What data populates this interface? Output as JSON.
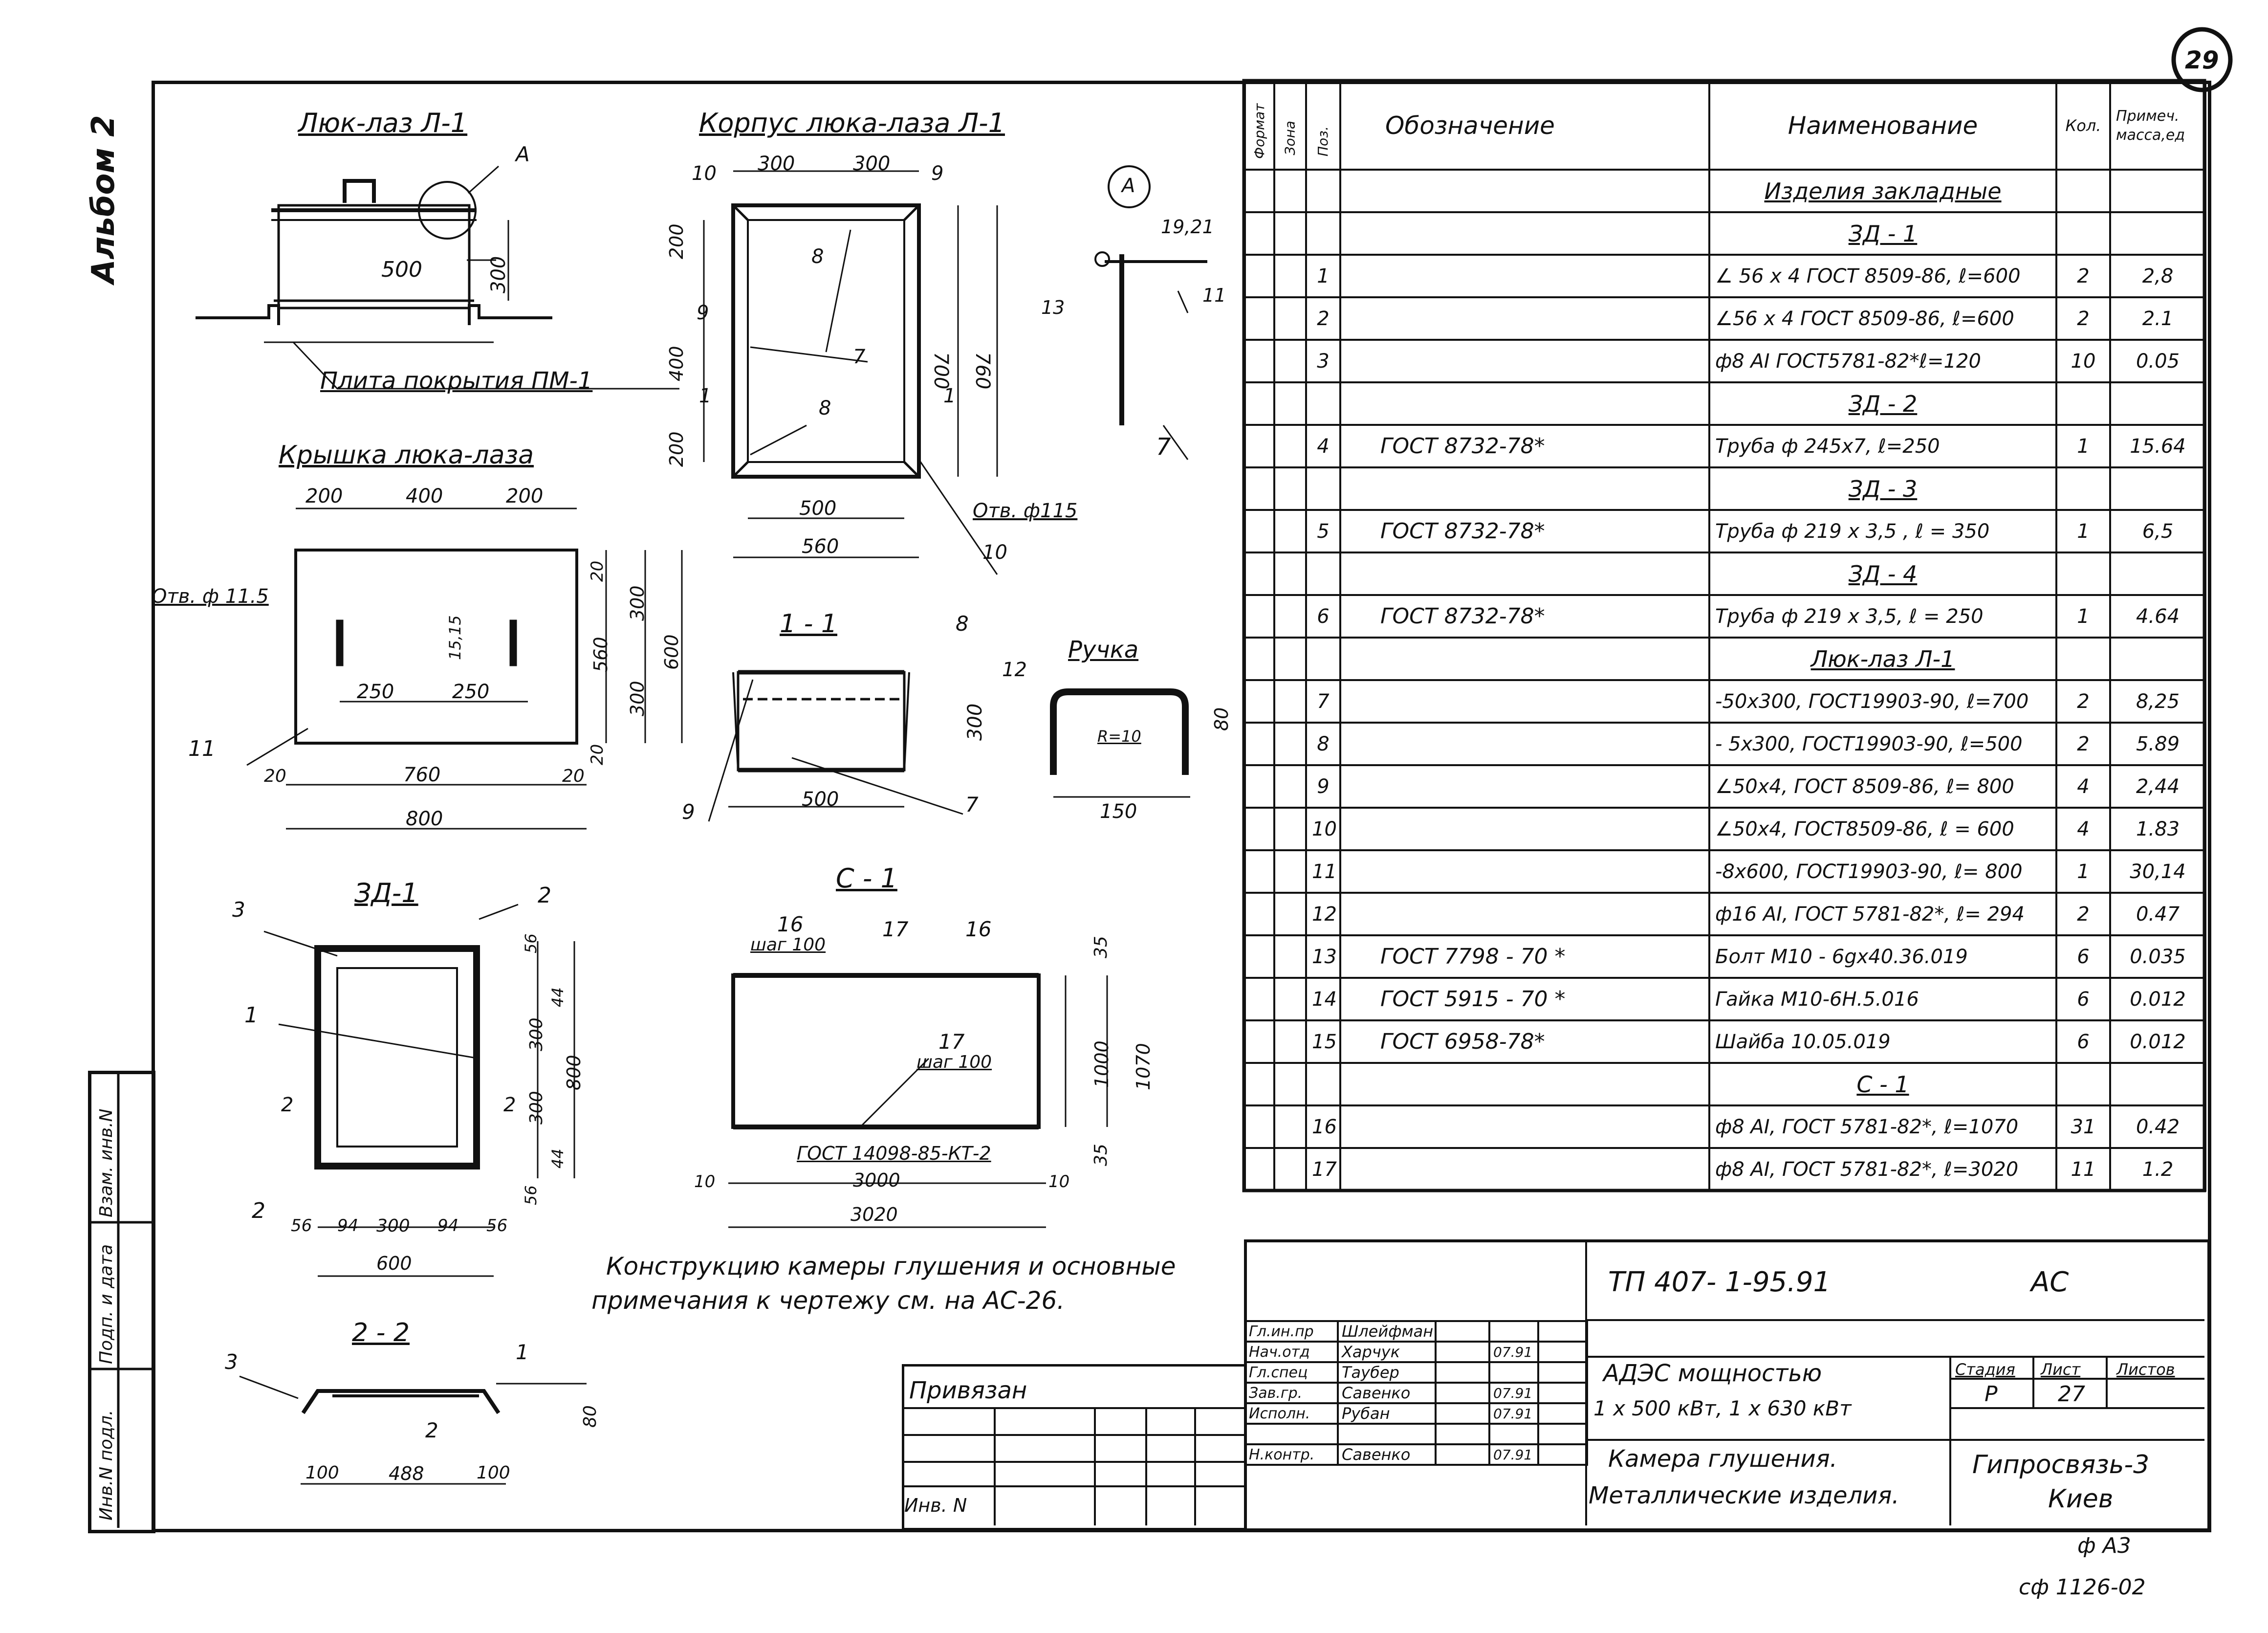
{
  "sheet_number": "29",
  "album": "Альбом 2",
  "side_stamp": [
    "Инв.N подл.",
    "Подп. и дата",
    "Взам. инв.N"
  ],
  "views": {
    "hatch_title": "Люк-лаз Л-1",
    "hatch_callout": "А",
    "hatch_dim_500": "500",
    "hatch_dim_300": "300",
    "slab_note": "Плита покрытия ПМ-1",
    "body_title": "Корпус люка-лаза Л-1",
    "body_dims": [
      "300",
      "300",
      "200",
      "400",
      "200",
      "700",
      "760",
      "500",
      "560"
    ],
    "body_labels": [
      "10",
      "9",
      "8",
      "9",
      "7",
      "1",
      "1",
      "8",
      "10"
    ],
    "body_hole": "Отв. ф115",
    "detail_a": "А",
    "detail_a_labels": [
      "13",
      "19,21",
      "11",
      "7"
    ],
    "cover_title": "Крышка люка-лаза",
    "cover_top_dims": [
      "200",
      "400",
      "200"
    ],
    "cover_hole": "Отв. ф 11.5",
    "cover_inner_dims": [
      "15,15",
      "250",
      "250"
    ],
    "cover_right_dims": [
      "20",
      "300",
      "560",
      "300",
      "20",
      "600"
    ],
    "cover_bottom_dims": [
      "20",
      "760",
      "20",
      "800"
    ],
    "cover_label": "11",
    "section11_title": "1 - 1",
    "section11_labels": [
      "8",
      "9",
      "7"
    ],
    "section11_dims": [
      "300",
      "500"
    ],
    "handle_title": "Ручка",
    "handle_labels": [
      "12",
      "R=10"
    ],
    "handle_dims": [
      "80",
      "150"
    ],
    "zd1_title": "ЗД-1",
    "zd1_labels": [
      "3",
      "2",
      "1",
      "2",
      "2",
      "2"
    ],
    "zd1_right_dims": [
      "56",
      "44",
      "300",
      "300",
      "44",
      "56",
      "800"
    ],
    "zd1_bottom_dims": [
      "56",
      "94",
      "300",
      "94",
      "56",
      "600"
    ],
    "section22_title": "2 - 2",
    "section22_labels": [
      "3",
      "1",
      "2"
    ],
    "section22_dims": [
      "100",
      "488",
      "100",
      "80"
    ],
    "c1_title": "С - 1",
    "c1_top": [
      "16",
      "шаг 100",
      "17",
      "16"
    ],
    "c1_mid": [
      "17",
      "шаг 100"
    ],
    "c1_gost": "ГОСТ 14098-85-КТ-2",
    "c1_dims": [
      "35",
      "1000",
      "1070",
      "35",
      "10",
      "3000",
      "10",
      "3020"
    ],
    "note_line1": "Конструкцию камеры глушения и основные",
    "note_line2": "примечания к чертежу см. на   АС-26."
  },
  "spec_table": {
    "headers": {
      "format": "Формат",
      "zone": "Зона",
      "pos": "Поз.",
      "designation": "Обозначение",
      "name": "Наименование",
      "qty": "Кол.",
      "note": "Примеч. масса,ед"
    },
    "rows": [
      {
        "pos": "",
        "des": "",
        "name": "Изделия  закладные",
        "qty": "",
        "mass": "",
        "heading": true
      },
      {
        "pos": "",
        "des": "",
        "name": "ЗД - 1",
        "qty": "",
        "mass": "",
        "heading": true
      },
      {
        "pos": "1",
        "des": "",
        "name": "∠ 56 x 4 ГОСТ 8509-86, ℓ=600",
        "qty": "2",
        "mass": "2,8"
      },
      {
        "pos": "2",
        "des": "",
        "name": "∠56 x 4 ГОСТ 8509-86, ℓ=600",
        "qty": "2",
        "mass": "2.1"
      },
      {
        "pos": "3",
        "des": "",
        "name": "ф8 АI ГОСТ5781-82*ℓ=120",
        "qty": "10",
        "mass": "0.05"
      },
      {
        "pos": "",
        "des": "",
        "name": "ЗД - 2",
        "qty": "",
        "mass": "",
        "heading": true
      },
      {
        "pos": "4",
        "des": "ГОСТ 8732-78*",
        "name": "Труба ф 245x7,    ℓ=250",
        "qty": "1",
        "mass": "15.64"
      },
      {
        "pos": "",
        "des": "",
        "name": "ЗД - 3",
        "qty": "",
        "mass": "",
        "heading": true
      },
      {
        "pos": "5",
        "des": "ГОСТ 8732-78*",
        "name": "Труба ф 219 x 3,5 ,  ℓ = 350",
        "qty": "1",
        "mass": "6,5"
      },
      {
        "pos": "",
        "des": "",
        "name": "ЗД - 4",
        "qty": "",
        "mass": "",
        "heading": true
      },
      {
        "pos": "6",
        "des": "ГОСТ 8732-78*",
        "name": "Труба ф 219 x 3,5,  ℓ = 250",
        "qty": "1",
        "mass": "4.64"
      },
      {
        "pos": "",
        "des": "",
        "name": "Люк-лаз Л-1",
        "qty": "",
        "mass": "",
        "heading": true
      },
      {
        "pos": "7",
        "des": "",
        "name": "-50x300, ГОСТ19903-90, ℓ=700",
        "qty": "2",
        "mass": "8,25"
      },
      {
        "pos": "8",
        "des": "",
        "name": "- 5x300, ГОСТ19903-90, ℓ=500",
        "qty": "2",
        "mass": "5.89"
      },
      {
        "pos": "9",
        "des": "",
        "name": "∠50x4, ГОСТ 8509-86, ℓ= 800",
        "qty": "4",
        "mass": "2,44"
      },
      {
        "pos": "10",
        "des": "",
        "name": "∠50x4, ГОСТ8509-86, ℓ = 600",
        "qty": "4",
        "mass": "1.83"
      },
      {
        "pos": "11",
        "des": "",
        "name": "-8x600, ГОСТ19903-90, ℓ= 800",
        "qty": "1",
        "mass": "30,14"
      },
      {
        "pos": "12",
        "des": "",
        "name": "ф16 АI, ГОСТ 5781-82*, ℓ= 294",
        "qty": "2",
        "mass": "0.47"
      },
      {
        "pos": "13",
        "des": "ГОСТ 7798 - 70 *",
        "name": "Болт М10 - 6gx40.36.019",
        "qty": "6",
        "mass": "0.035"
      },
      {
        "pos": "14",
        "des": "ГОСТ 5915 - 70 *",
        "name": "Гайка М10-6Н.5.016",
        "qty": "6",
        "mass": "0.012"
      },
      {
        "pos": "15",
        "des": "ГОСТ 6958-78*",
        "name": "Шайба  10.05.019",
        "qty": "6",
        "mass": "0.012"
      },
      {
        "pos": "",
        "des": "",
        "name": "С - 1",
        "qty": "",
        "mass": "",
        "heading": true
      },
      {
        "pos": "16",
        "des": "",
        "name": "ф8 АI, ГОСТ 5781-82*, ℓ=1070",
        "qty": "31",
        "mass": "0.42"
      },
      {
        "pos": "17",
        "des": "",
        "name": "ф8 АI, ГОСТ 5781-82*, ℓ=3020",
        "qty": "11",
        "mass": "1.2"
      }
    ]
  },
  "title_block": {
    "code": "ТП 407- 1-95.91",
    "sheet_type": "АС",
    "attached": "Привязан",
    "inv_label": "Инв. N",
    "roles": [
      {
        "role": "Гл.ин.пр",
        "name": "Шлейфман",
        "date": ""
      },
      {
        "role": "Нач.отд",
        "name": "Харчук",
        "date": "07.91"
      },
      {
        "role": "Гл.спец",
        "name": "Таубер",
        "date": ""
      },
      {
        "role": "Зав.гр.",
        "name": "Савенко",
        "date": "07.91"
      },
      {
        "role": "Исполн.",
        "name": "Рубан",
        "date": "07.91"
      },
      {
        "role": "",
        "name": "",
        "date": ""
      },
      {
        "role": "Н.контр.",
        "name": "Савенко",
        "date": "07.91"
      }
    ],
    "project_line1": "АДЭС  мощностью",
    "project_line2": "1 x 500 кВт, 1 x 630 кВт",
    "sheet_title_line1": "Камера  глушения.",
    "sheet_title_line2": "Металлические  изделия.",
    "stage_label": "Стадия",
    "sheet_label": "Лист",
    "sheets_label": "Листов",
    "stage": "Р",
    "sheet": "27",
    "sheets": "",
    "org_line1": "Гипросвязь-3",
    "org_line2": "Киев"
  },
  "format": "ф А3",
  "archive_mark": "сф 1126-02"
}
